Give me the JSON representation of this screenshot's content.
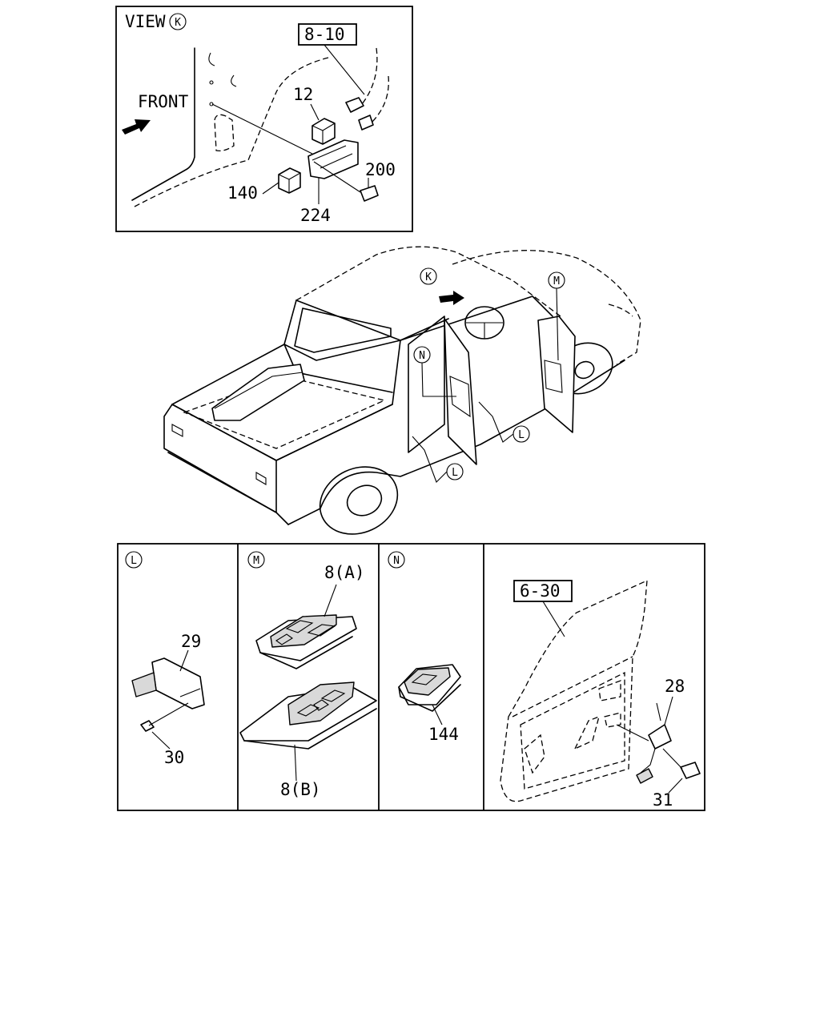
{
  "view_k": {
    "title": "VIEW",
    "view_letter": "K",
    "front_label": "FRONT",
    "ref_box": "8-10",
    "callouts": {
      "c12": "12",
      "c140": "140",
      "c200": "200",
      "c224": "224"
    }
  },
  "truck": {
    "markers": {
      "k": "K",
      "m": "M",
      "n": "N",
      "l1": "L",
      "l2": "L"
    }
  },
  "panels": {
    "l": {
      "letter": "L",
      "c29": "29",
      "c30": "30"
    },
    "m": {
      "letter": "M",
      "c8a": "8(A)",
      "c8b": "8(B)"
    },
    "n": {
      "letter": "N",
      "c144": "144"
    },
    "door": {
      "ref_box": "6-30",
      "c28": "28",
      "c31": "31"
    }
  }
}
